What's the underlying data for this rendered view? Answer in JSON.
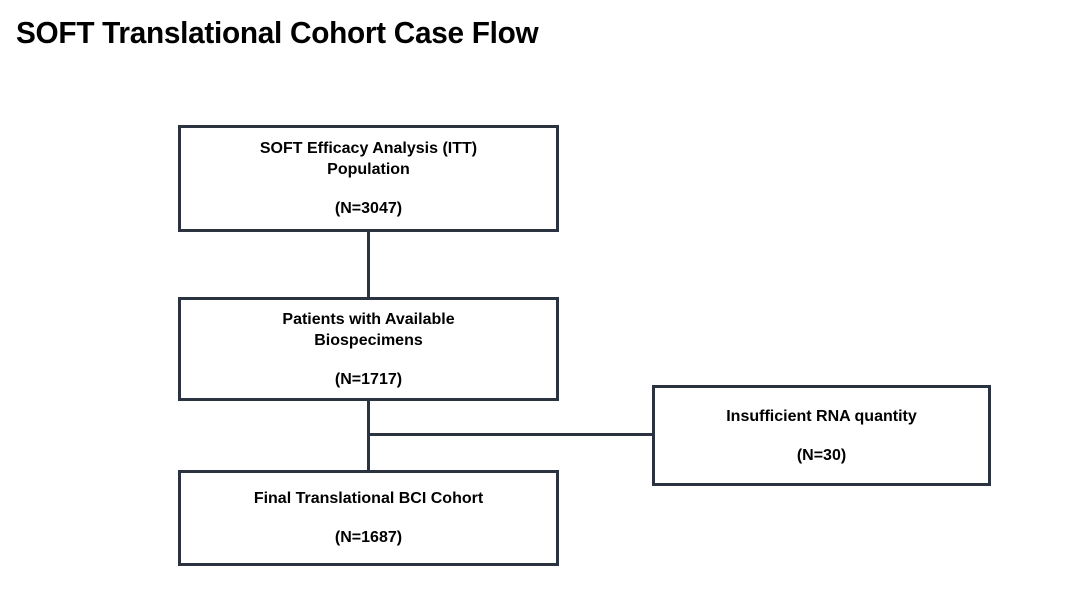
{
  "diagram": {
    "title": "SOFT Translational Cohort Case Flow",
    "type": "flowchart",
    "accent_color": "#2b3341",
    "background_color": "#ffffff",
    "text_color": "#000000",
    "nodes": [
      {
        "id": "itt",
        "label_line1": "SOFT Efficacy Analysis (ITT)",
        "label_line2": "Population",
        "count_label": "(N=3047)",
        "count_value": 3047
      },
      {
        "id": "biospecimens",
        "label_line1": "Patients with Available",
        "label_line2": "Biospecimens",
        "count_label": "(N=1717)",
        "count_value": 1717
      },
      {
        "id": "final_cohort",
        "label_line1": "Final Translational BCI Cohort",
        "label_line2": "",
        "count_label": "(N=1687)",
        "count_value": 1687
      },
      {
        "id": "excluded_rna",
        "label_line1": "Insufficient RNA quantity",
        "label_line2": "",
        "count_label": "(N=30)",
        "count_value": 30
      }
    ],
    "connectors": [
      {
        "id": "itt-to-biospecimens",
        "from": "itt",
        "to": "biospecimens",
        "orientation": "vertical"
      },
      {
        "id": "biospecimens-to-final",
        "from": "biospecimens",
        "to": "final_cohort",
        "orientation": "vertical"
      },
      {
        "id": "branch-to-rna",
        "from": "biospecimens",
        "to": "excluded_rna",
        "orientation": "horizontal"
      }
    ]
  }
}
